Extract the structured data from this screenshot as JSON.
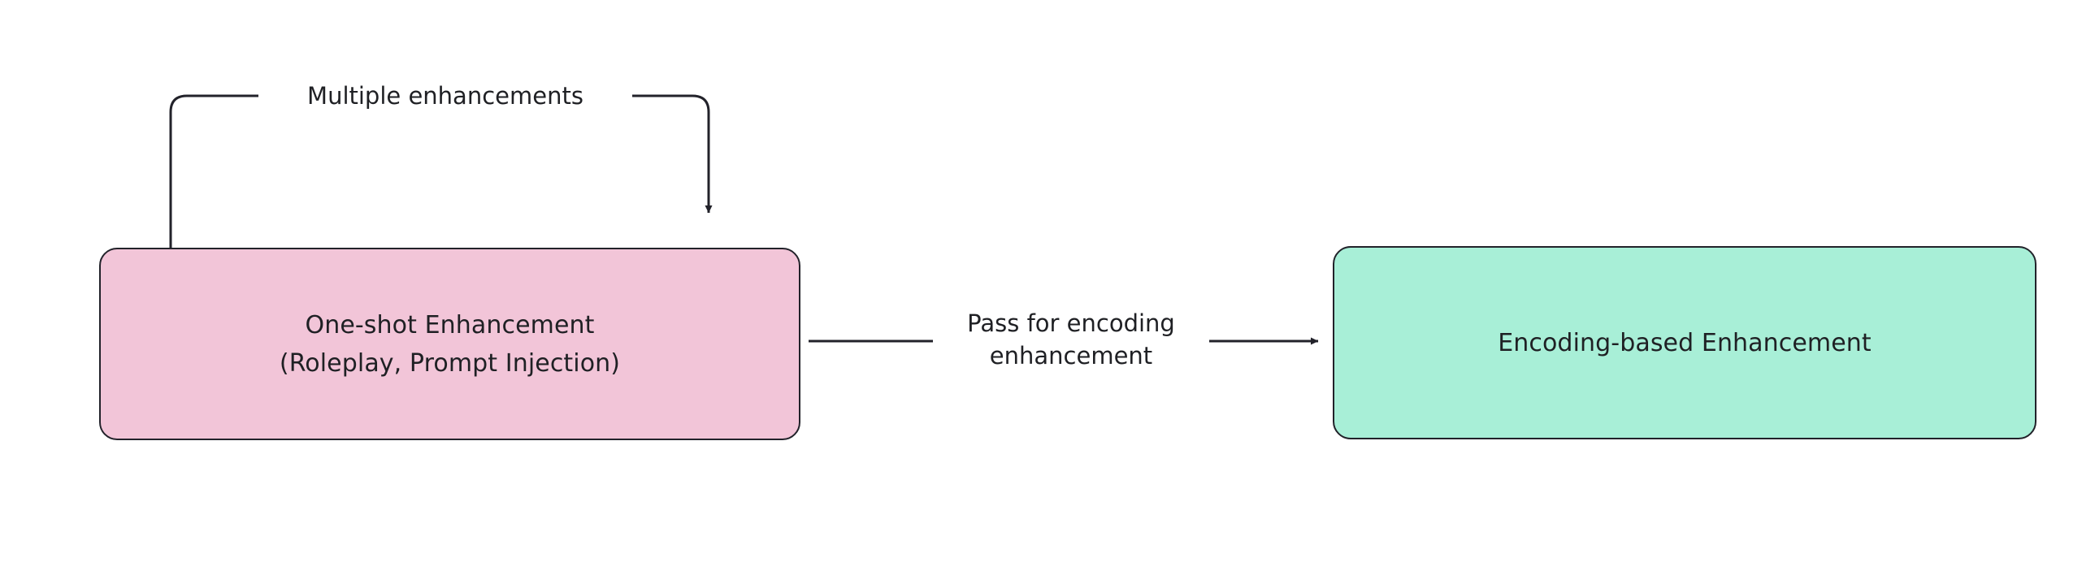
{
  "diagram": {
    "type": "flowchart",
    "orientation": "left-to-right",
    "background_color": "#ffffff",
    "nodes": [
      {
        "id": "one-shot",
        "label": "One-shot Enhancement\n(Roleplay, Prompt Injection)",
        "line1": "One-shot Enhancement",
        "line2": "(Roleplay, Prompt Injection)",
        "fill_color": "#f2c5d8",
        "border_color": "#22222a",
        "text_color": "#1f2024",
        "shape": "rounded-rectangle"
      },
      {
        "id": "encoding-based",
        "label": "Encoding-based Enhancement",
        "fill_color": "#a8efd7",
        "border_color": "#22222a",
        "text_color": "#1f2024",
        "shape": "rounded-rectangle"
      }
    ],
    "edges": [
      {
        "id": "self-loop",
        "from": "one-shot",
        "to": "one-shot",
        "label": "Multiple enhancements",
        "arrowhead": "filled-triangle",
        "line_color": "#22222a",
        "routing": "loop-above"
      },
      {
        "id": "pass-encoding",
        "from": "one-shot",
        "to": "encoding-based",
        "label": "Pass for encoding\nenhancement",
        "label_line1": "Pass for encoding",
        "label_line2": "enhancement",
        "arrowhead": "filled-triangle",
        "line_color": "#22222a",
        "routing": "straight-horizontal"
      }
    ]
  }
}
